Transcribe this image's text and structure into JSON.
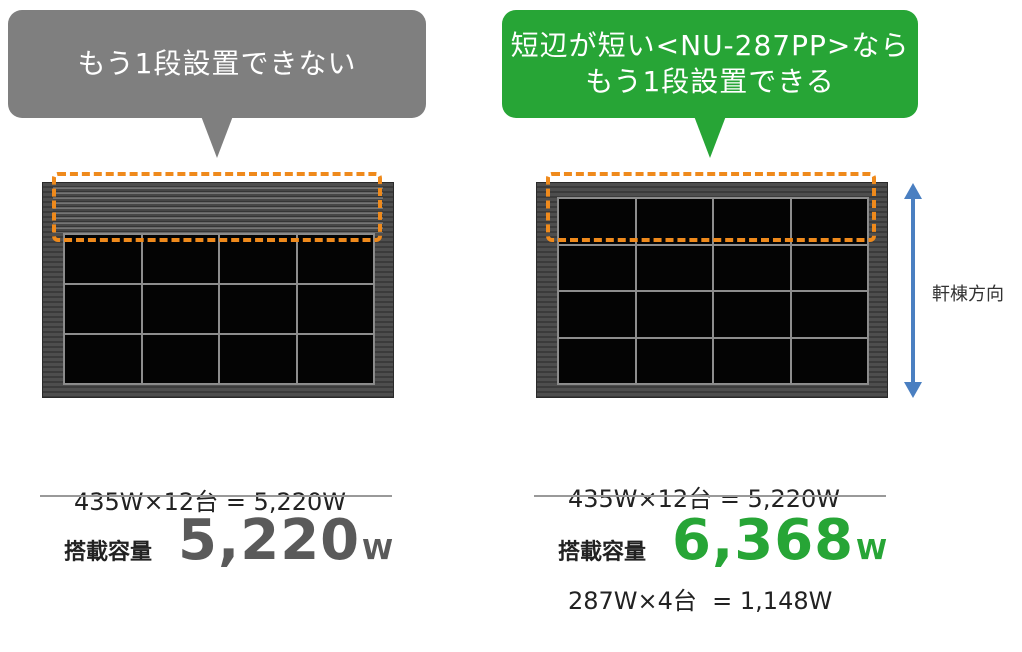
{
  "left_panel": {
    "bubble_text": "もう1段設置できない",
    "formula_lines": [
      "435W×12台 = 5,220W"
    ],
    "capacity_label": "搭載容量",
    "capacity_value": "5,220",
    "capacity_unit": "W",
    "bubble_color": "#7f7f7f",
    "capacity_color": "#5a5a5a"
  },
  "right_panel": {
    "bubble_lines": [
      "短辺が短い<NU-287PP>なら",
      "もう1段設置できる"
    ],
    "formula_lines": [
      "435W×12台 = 5,220W",
      "287W×4台  = 1,148W"
    ],
    "capacity_label": "搭載容量",
    "capacity_value": "6,368",
    "capacity_unit": "W",
    "bubble_color": "#27a536",
    "capacity_color": "#27a536"
  },
  "direction": {
    "label": "軒棟方向",
    "arrow_color": "#4a7fc1"
  },
  "colors": {
    "dashed_highlight": "#ef8a1c",
    "roof": "#454545",
    "panel": "#040404",
    "panel_grid": "#8d8d8d"
  }
}
